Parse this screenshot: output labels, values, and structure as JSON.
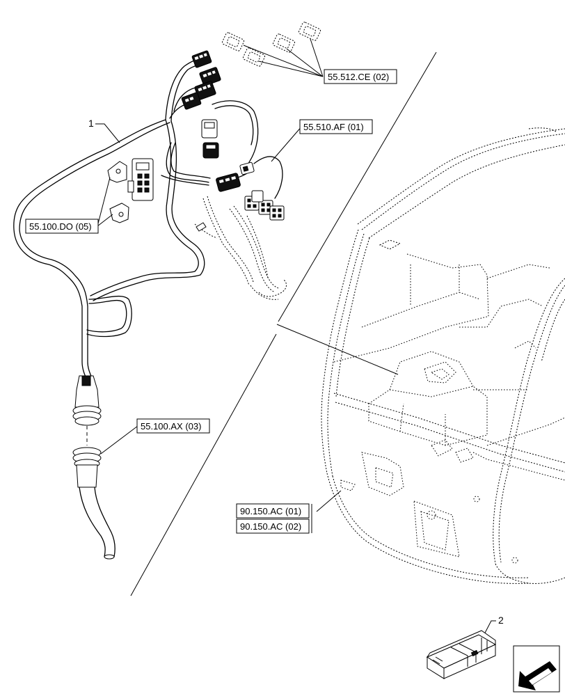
{
  "references": {
    "ce": "55.512.CE (02)",
    "af": "55.510.AF (01)",
    "do": "55.100.DO (05)",
    "ax": "55.100.AX (03)",
    "ac1": "90.150.AC (01)",
    "ac2": "90.150.AC (02)"
  },
  "item_numbers": {
    "harness": "1",
    "kit": "2"
  },
  "icons": {
    "navigation": "arrow-icon",
    "kit": "crate-icon"
  }
}
